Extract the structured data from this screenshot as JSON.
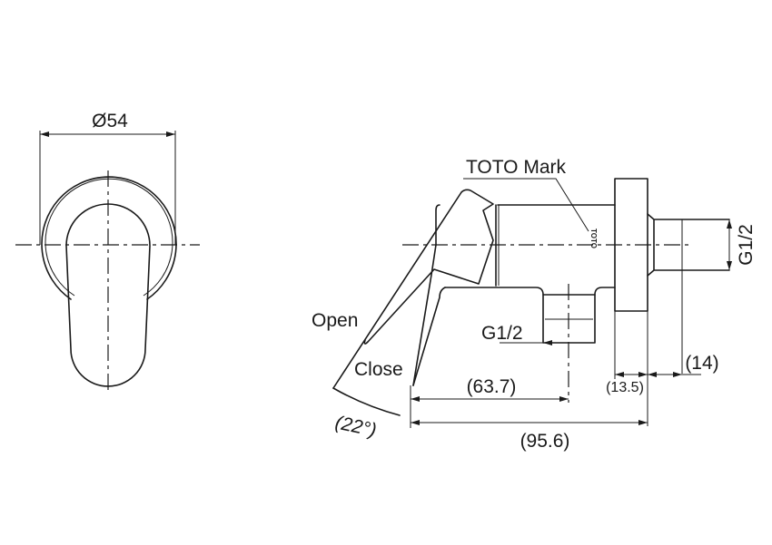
{
  "title": "Concealed single lever mixer dimension drawing",
  "front_view": {
    "diameter_label": "Ø54"
  },
  "side_view": {
    "toto_mark_label": "TOTO Mark",
    "toto_mark_text": "TOTO",
    "open_label": "Open",
    "close_label": "Close",
    "angle_label": "(22°)",
    "outlet_thread_label": "G1/2",
    "inlet_thread_label": "G1/2",
    "dim_63_7": "(63.7)",
    "dim_95_6": "(95.6)",
    "dim_13_5": "(13.5)",
    "dim_14": "(14)"
  },
  "colors": {
    "line": "#1a1a1a",
    "background": "#ffffff"
  }
}
